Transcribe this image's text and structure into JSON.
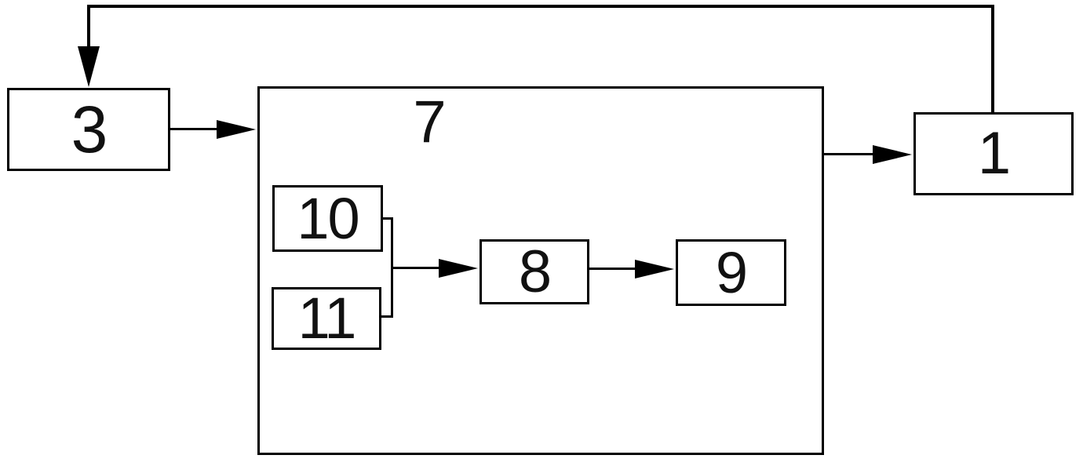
{
  "diagram": {
    "type": "block-diagram",
    "background_color": "#ffffff",
    "line_color": "#000000",
    "nodes": {
      "box3": {
        "label": "3"
      },
      "box7": {
        "label": "7"
      },
      "box10": {
        "label": "10"
      },
      "box11": {
        "label": "11"
      },
      "box8": {
        "label": "8"
      },
      "box9": {
        "label": "9"
      },
      "box1": {
        "label": "1"
      }
    },
    "edges": [
      {
        "from": "1",
        "to": "3",
        "type": "feedback-arrow-over-top"
      },
      {
        "from": "3",
        "to": "7",
        "type": "arrow"
      },
      {
        "from": "10",
        "to": "8",
        "type": "merged-bracket-arrow"
      },
      {
        "from": "11",
        "to": "8",
        "type": "merged-bracket-arrow"
      },
      {
        "from": "8",
        "to": "9",
        "type": "arrow"
      },
      {
        "from": "7",
        "to": "1",
        "type": "arrow"
      }
    ],
    "containment": {
      "box7_contains": [
        "10",
        "11",
        "8",
        "9"
      ]
    }
  }
}
